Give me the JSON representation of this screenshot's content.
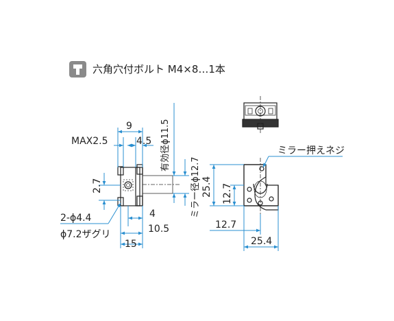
{
  "header": {
    "icon": "hex-bolt-icon",
    "text": "六角穴付ボルト M4×8…1本"
  },
  "side_view": {
    "dim_9": "9",
    "dim_max": "MAX2.5",
    "dim_4_5": "4.5",
    "dim_2_7": "2.7",
    "dim_4": "4",
    "dim_10_5": "10.5",
    "dim_15": "15",
    "hole_spec_1": "2-ϕ4.4",
    "hole_spec_2": "ϕ7.2ザグリ",
    "effective_dia": "有効径ϕ11.5",
    "mirror_dia": "ミラー径ϕ12.7"
  },
  "front_view": {
    "screw_label": "ミラー押えネジ",
    "dim_25_4_v": "25.4",
    "dim_12_7_v": "12.7",
    "dim_12_7_h": "12.7",
    "dim_25_4_h": "25.4"
  },
  "colors": {
    "dimension_lines": "#2a8fd0",
    "outline": "#222222",
    "icon_bg": "#888888"
  }
}
